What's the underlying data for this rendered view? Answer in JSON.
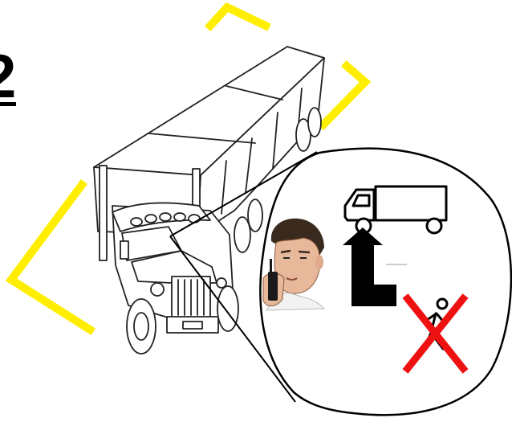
{
  "instruction_card": {
    "step_number": "2",
    "main_illustration": "semi-truck-with-trailer",
    "zone_marker_color": "#ffee00",
    "callout": {
      "operator": "operator-with-radio",
      "truck_icon": "box-truck-icon",
      "arrow_icon": "turn-up-arrow-icon",
      "pedestrian_icon": "walking-person-icon",
      "prohibited_mark": "red-x",
      "prohibited_color": "#ee1111"
    }
  }
}
